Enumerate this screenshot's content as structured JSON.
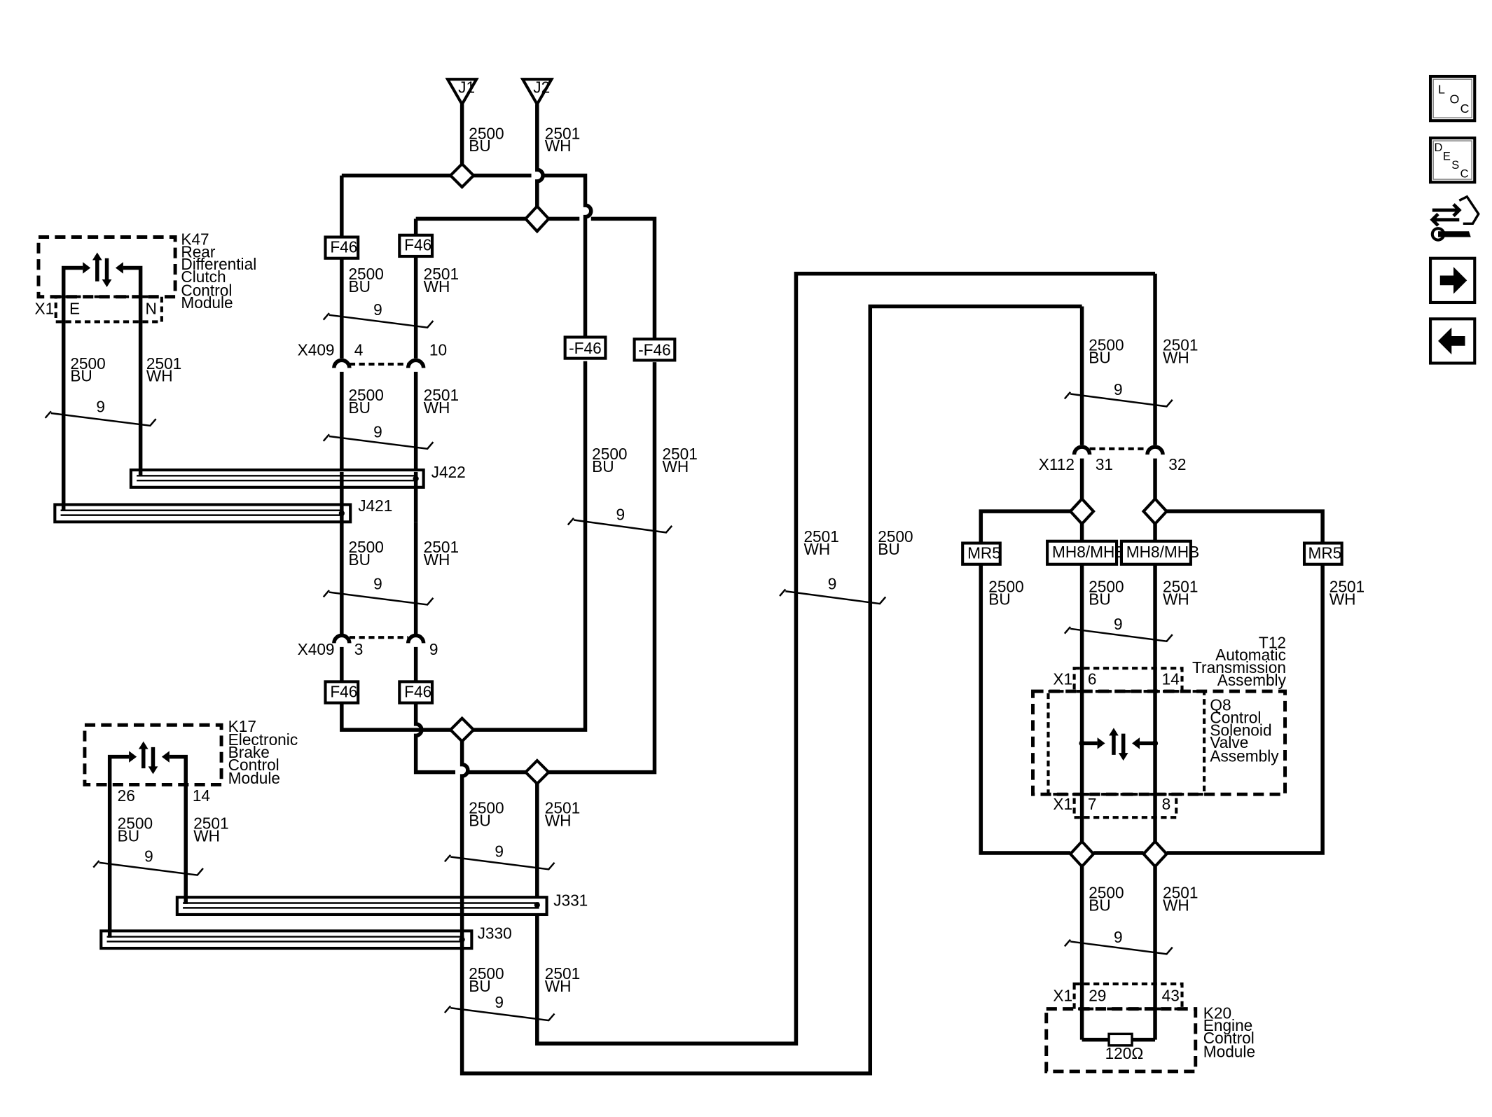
{
  "splice_packs": {
    "j1": "J1",
    "j2": "J2",
    "j422": "J422",
    "j421": "J421",
    "j331": "J331",
    "j330": "J330"
  },
  "circuits": {
    "bu_num": "2500",
    "bu_color": "BU",
    "wh_num": "2501",
    "wh_color": "WH",
    "twist": "9"
  },
  "options": {
    "f46": "F46",
    "not_f46": "-F46",
    "mr5": "MR5",
    "mh8": "MH8/MHB"
  },
  "connectors": {
    "x409": "X409",
    "x409_top_a": "4",
    "x409_top_b": "10",
    "x409_bot_a": "3",
    "x409_bot_b": "9",
    "x112": "X112",
    "x112_a": "31",
    "x112_b": "32",
    "x1": "X1"
  },
  "modules": {
    "k47": {
      "name": [
        "K47",
        "Rear",
        "Differential",
        "Clutch",
        "Control",
        "Module"
      ],
      "pin_e": "E",
      "pin_n": "N"
    },
    "k17": {
      "name": [
        "K17",
        "Electronic",
        "Brake",
        "Control",
        "Module"
      ],
      "pin_a": "26",
      "pin_b": "14"
    },
    "t12": {
      "name": [
        "T12",
        "Automatic",
        "Transmission",
        "Assembly"
      ],
      "pin_6": "6",
      "pin_14": "14",
      "pin_7": "7",
      "pin_8": "8"
    },
    "q8": {
      "name": [
        "Q8",
        "Control",
        "Solenoid",
        "Valve",
        "Assembly"
      ]
    },
    "k20": {
      "name": [
        "K20",
        "Engine",
        "Control",
        "Module"
      ],
      "pin_29": "29",
      "pin_43": "43",
      "resistor": "120Ω"
    }
  },
  "toolbar": [
    {
      "id": "loc",
      "letters": [
        "L",
        "O",
        "C"
      ],
      "icon": "loc-icon"
    },
    {
      "id": "desc",
      "letters": [
        "D",
        "E",
        "S",
        "C"
      ],
      "icon": "desc-icon"
    },
    {
      "id": "connector-tool",
      "icon": "connector-wrench-icon"
    },
    {
      "id": "next",
      "icon": "arrow-right-icon"
    },
    {
      "id": "prev",
      "icon": "arrow-left-icon"
    }
  ]
}
